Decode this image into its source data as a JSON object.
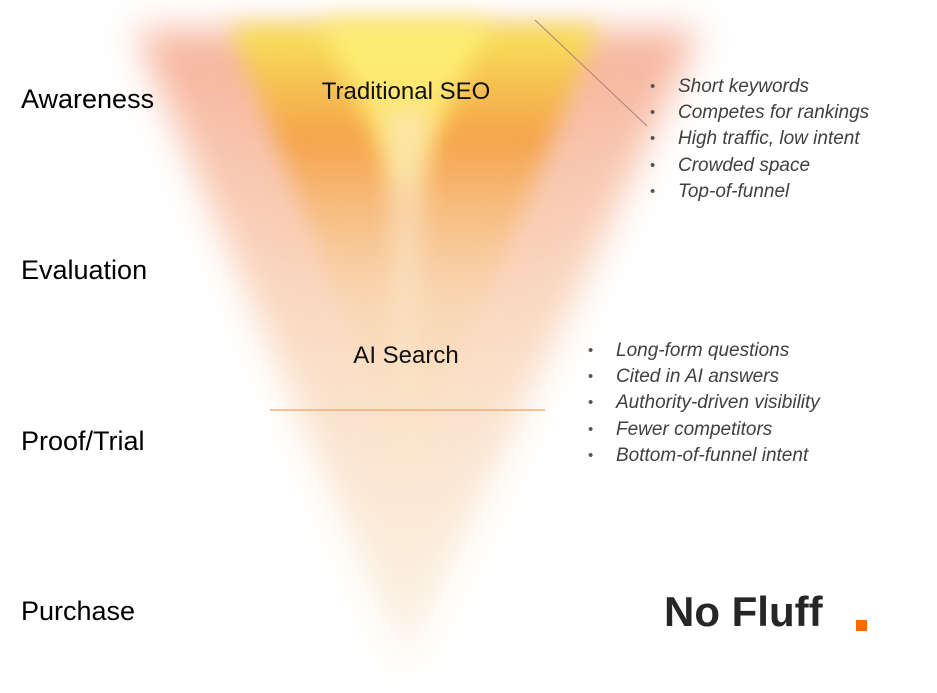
{
  "stages": [
    "Awareness",
    "Evaluation",
    "Proof/Trial",
    "Purchase"
  ],
  "funnel": {
    "top_label": "Traditional SEO",
    "middle_label": "AI Search"
  },
  "traditional_seo_points": [
    "Short keywords",
    "Competes for rankings",
    "High traffic, low intent",
    "Crowded space",
    "Top-of-funnel"
  ],
  "ai_search_points": [
    "Long-form questions",
    "Cited in AI answers",
    "Authority-driven visibility",
    "Fewer competitors",
    "Bottom-of-funnel intent"
  ],
  "logo": {
    "text": "No Fluff",
    "accent_color": "#ff6a00"
  }
}
